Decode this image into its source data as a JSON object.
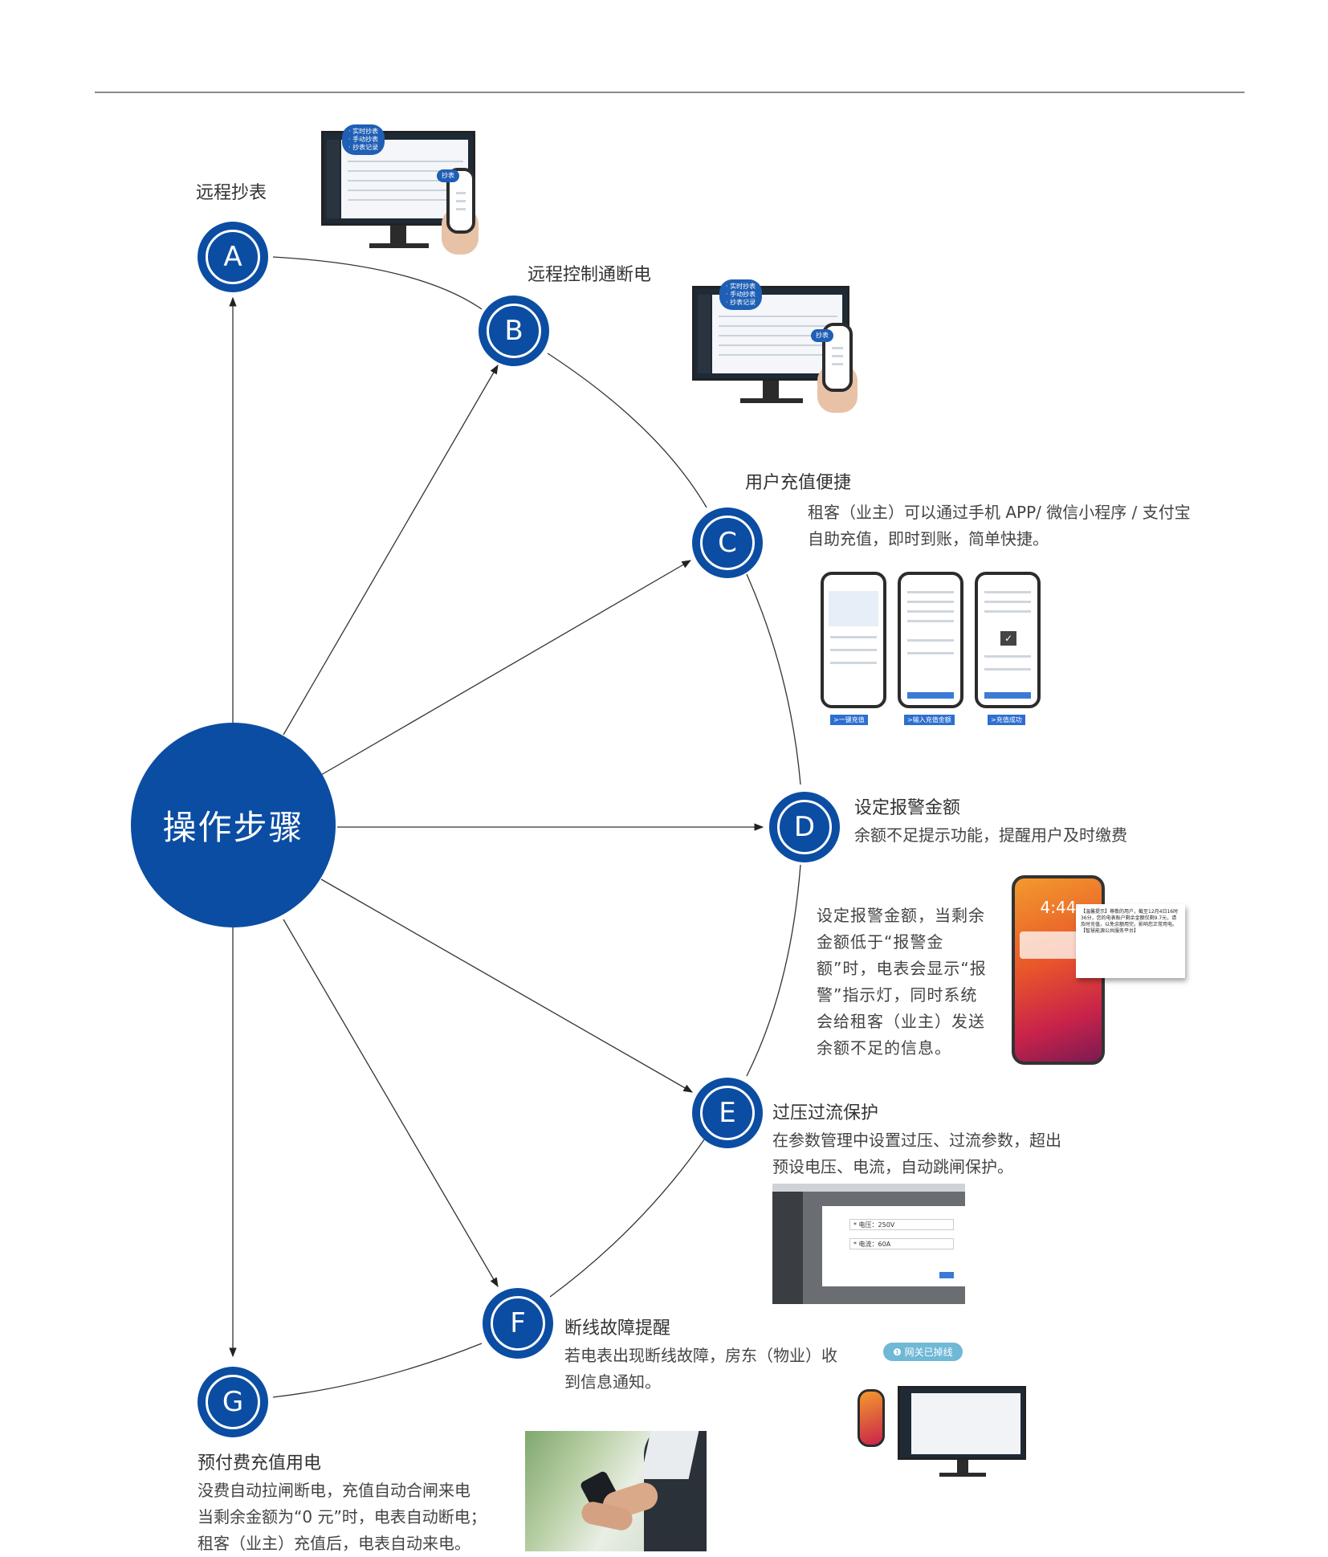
{
  "center_label": "操作步骤",
  "nodes": {
    "A": {
      "letter": "A",
      "title": "远程抄表"
    },
    "B": {
      "letter": "B",
      "title": "远程控制通断电"
    },
    "C": {
      "letter": "C",
      "title": "用户充值便捷",
      "desc": "租客（业主）可以通过手机 APP/ 微信小程序 / 支付宝自助充值，即时到账，简单快捷。"
    },
    "D": {
      "letter": "D",
      "title": "设定报警金额",
      "desc": "余额不足提示功能，提醒用户及时缴费",
      "desc2": "设定报警金额，当剩余金额低于“报警金额”时，电表会显示“报警”指示灯，同时系统会给租客（业主）发送余额不足的信息。"
    },
    "E": {
      "letter": "E",
      "title": "过压过流保护",
      "desc": "在参数管理中设置过压、过流参数，超出预设电压、电流，自动跳闸保护。"
    },
    "F": {
      "letter": "F",
      "title": "断线故障提醒",
      "desc": "若电表出现断线故障，房东（物业）收到信息通知。"
    },
    "G": {
      "letter": "G",
      "title": "预付费充值用电",
      "desc_lines": [
        "没费自动拉闸断电，充值自动合闸来电",
        "当剩余金额为“0 元”时，电表自动断电；",
        "租客（业主）充值后，电表自动来电。"
      ]
    }
  },
  "images": {
    "ab_bubble": "· 实时抄表\n· 手动抄表\n· 抄表记录",
    "ab_phone_tag": "抄表",
    "c_steps": [
      ">一键充值",
      ">输入充值金额",
      ">充值成功"
    ],
    "d_time": "4:44",
    "d_notice": "【温馨提示】尊敬的用户，截至12月4日16时36分，您的电表账户剩余金额仅剩9.7元，请及时充值，以免余额用完，影响您正常用电。【智慧能源公共服务平台】",
    "e_field1": "* 电压：250V",
    "e_field2": "* 电流：60A",
    "f_alert": "网关已掉线"
  },
  "colors": {
    "brand_blue": "#0b4da2",
    "line": "#333333",
    "rule": "#8a8a8a"
  }
}
